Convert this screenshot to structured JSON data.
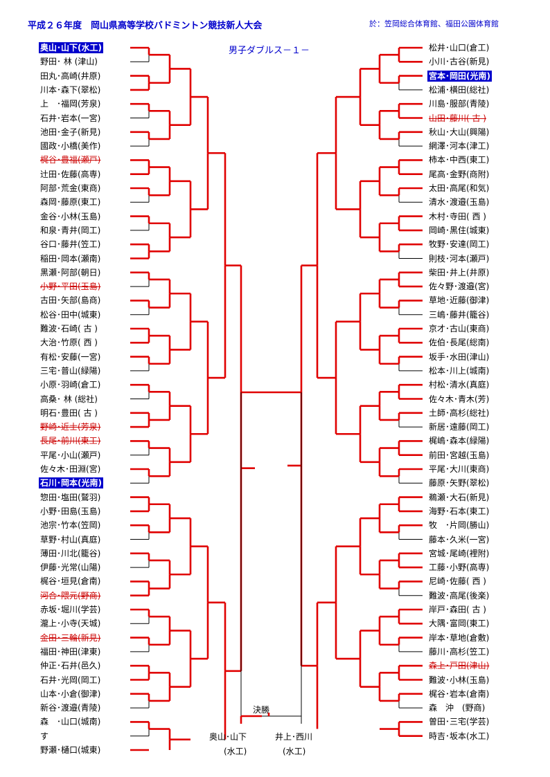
{
  "header": {
    "title": "平成２６年度　岡山県高等学校バドミントン競技新人大会",
    "venue": "於：笠岡総合体育館、福田公園体育館"
  },
  "event": "男子ダブルス－１－",
  "left_players": [
    "奥山･山下(水工)",
    "野田･ 林 (津山)",
    "田丸･高崎(井原)",
    "川本･森下(翠松)",
    "上　･福岡(芳泉)",
    "石井･岩本(一宮)",
    "池田･金子(新見)",
    "國政･小橋(美作)",
    "梶谷･豊福(瀬戸)",
    "辻田･佐藤(高専)",
    "阿部･荒金(東商)",
    "森岡･藤原(東工)",
    "金谷･小林(玉島)",
    "和泉･青井(岡工)",
    "谷口･藤井(笠工)",
    "稲田･岡本(瀬南)",
    "黒瀬･阿部(朝日)",
    "小野･平田(玉島)",
    "古田･矢部(島商)",
    "松谷･田中(城東)",
    "難波･石崎( 古 )",
    "大治･竹原( 西 )",
    "有松･安藤(一宮)",
    "三宅･普山(緑陽)",
    "小原･羽崎(倉工)",
    "高桑･ 林 (総社)",
    "明石･豊田( 古 )",
    "野崎･近士(芳泉)",
    "長尾･前川(東工)",
    "平尾･小山(瀬戸)",
    "佐々木･田淵(宮)",
    "石川･岡本(光南)",
    "惣田･塩田(鷲羽)",
    "小野･田島(玉島)",
    "池宗･竹本(笠岡)",
    "草野･村山(真庭)",
    "薄田･川北(籠谷)",
    "伊藤･光常(山陽)",
    "梶谷･垣見(倉南)",
    "河合･隈元(野商)",
    "赤坂･堀川(学芸)",
    "瀧上･小寺(天城)",
    "金田･三輪(新見)",
    "福田･神田(津東)",
    "仲正･石井(邑久)",
    "石井･光岡(岡工)",
    "山本･小倉(御津)",
    "新谷･渡邉(青陵)",
    "森　･山口(城南)",
    "す",
    "野瀬･樋口(城東)"
  ],
  "right_players": [
    "松井･山口(倉工)",
    "小川･古谷(新見)",
    "宮本･岡田(光南)",
    "松浦･横田(総社)",
    "川島･服部(青陵)",
    "山田･藤川( 古 )",
    "秋山･大山(興陽)",
    "網澤･河本(津工)",
    "柿本･中西(東工)",
    "尾高･金野(商附)",
    "太田･高尾(和気)",
    "清水･渡邉(玉島)",
    "木村･寺田( 西 )",
    "岡崎･黒住(城東)",
    "牧野･安達(岡工)",
    "則枝･河本(瀬戸)",
    "柴田･井上(井原)",
    "佐々野･渡邉(宮)",
    "草地･近藤(御津)",
    "三嶋･藤井(籠谷)",
    "京才･古山(東商)",
    "佐伯･長尾(総南)",
    "坂手･水田(津山)",
    "松本･川上(城南)",
    "村松･清水(真庭)",
    "佐々木･青木(芳)",
    "土師･高杉(総社)",
    "新居･遠藤(岡工)",
    "梶嶋･森本(緑陽)",
    "前田･宮越(玉島)",
    "平尾･大川(東商)",
    "藤原･矢野(翠松)",
    "鵜瀬･大石(新見)",
    "海野･石本(東工)",
    "牧　･片岡(勝山)",
    "藤本･久米(一宮)",
    "宮城･尾崎(裡附)",
    "工藤･小野(高専)",
    "尼崎･佐藤( 西 )",
    "難波･高尾(後楽)",
    "岸戸･森田( 古 )",
    "大隅･富岡(東工)",
    "岸本･草地(倉敷)",
    "藤川･高杉(笠工)",
    "森上･戸田(津山)",
    "難波･小林(玉島)",
    "梶谷･岩本(倉南)",
    "森　沖　(野商)",
    "曽田･三宅(学芸)",
    "時吉･坂本(水工)"
  ],
  "final": {
    "title": "決勝",
    "winner_name": "奥山･山下",
    "winner_school": "(水工)",
    "runner_name": "井上･西川",
    "runner_school": "(水工)"
  },
  "colors": {
    "header_blue": "#0000cc",
    "line_red": "#e00000",
    "line_black": "#000000",
    "highlight": "#0000cc"
  }
}
